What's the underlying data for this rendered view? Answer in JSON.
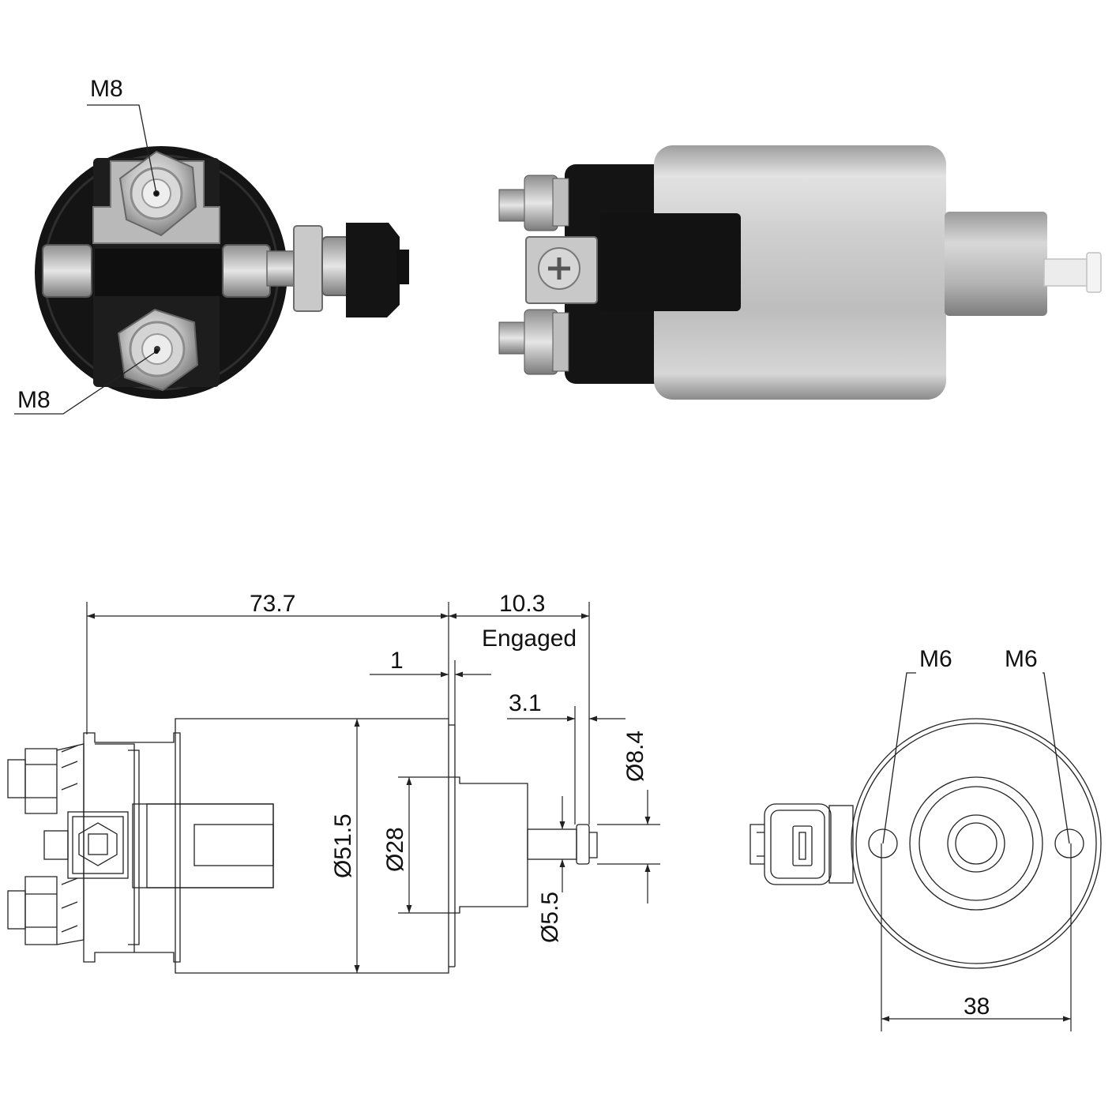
{
  "photos": {
    "end_view_labels": {
      "top": "M8",
      "bottom": "M8"
    }
  },
  "side_drawing": {
    "length_label": "73.7",
    "stroke_label": "10.3",
    "stroke_note": "Engaged",
    "gap_label": "1",
    "tip_label": "3.1",
    "body_diameter": "Ø51.5",
    "nose_diameter": "Ø28",
    "plunger_diameter": "Ø5.5",
    "tip_diameter": "Ø8.4"
  },
  "end_drawing": {
    "hole_left": "M6",
    "hole_right": "M6",
    "hole_spacing": "38"
  },
  "colors": {
    "line": "#222222",
    "housing_black": "#141414",
    "steel": "#c8c8c8",
    "plastic_tip": "#ececec"
  }
}
